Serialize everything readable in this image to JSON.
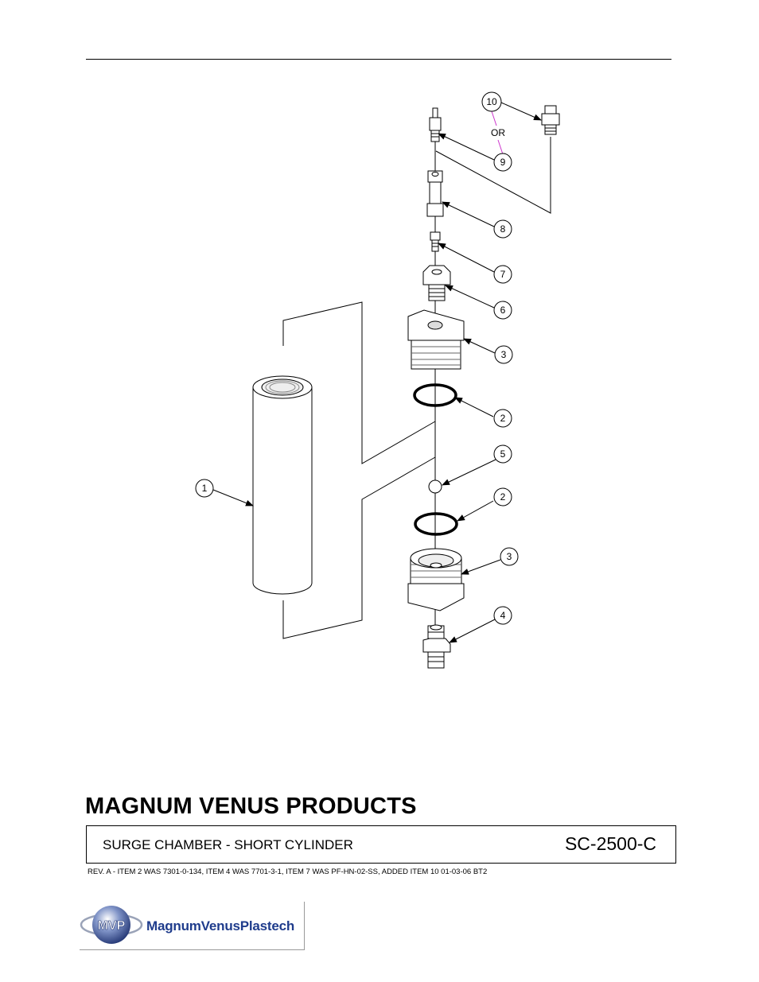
{
  "callouts": [
    "1",
    "2",
    "2",
    "3",
    "3",
    "4",
    "5",
    "6",
    "7",
    "8",
    "9",
    "10"
  ],
  "or_label": "OR",
  "company_name": "MAGNUM VENUS PRODUCTS",
  "title": "SURGE CHAMBER - SHORT CYLINDER",
  "part_number": "SC-2500-C",
  "revision_note": "REV. A - ITEM 2 WAS 7301-0-134, ITEM 4 WAS 7701-3-1, ITEM 7 WAS PF-HN-02-SS, ADDED ITEM 10     01-03-06  BT2",
  "logo": {
    "badge": "MVP",
    "wordmark": "MagnumVenusPlastech",
    "color": "#1f3c8c"
  }
}
